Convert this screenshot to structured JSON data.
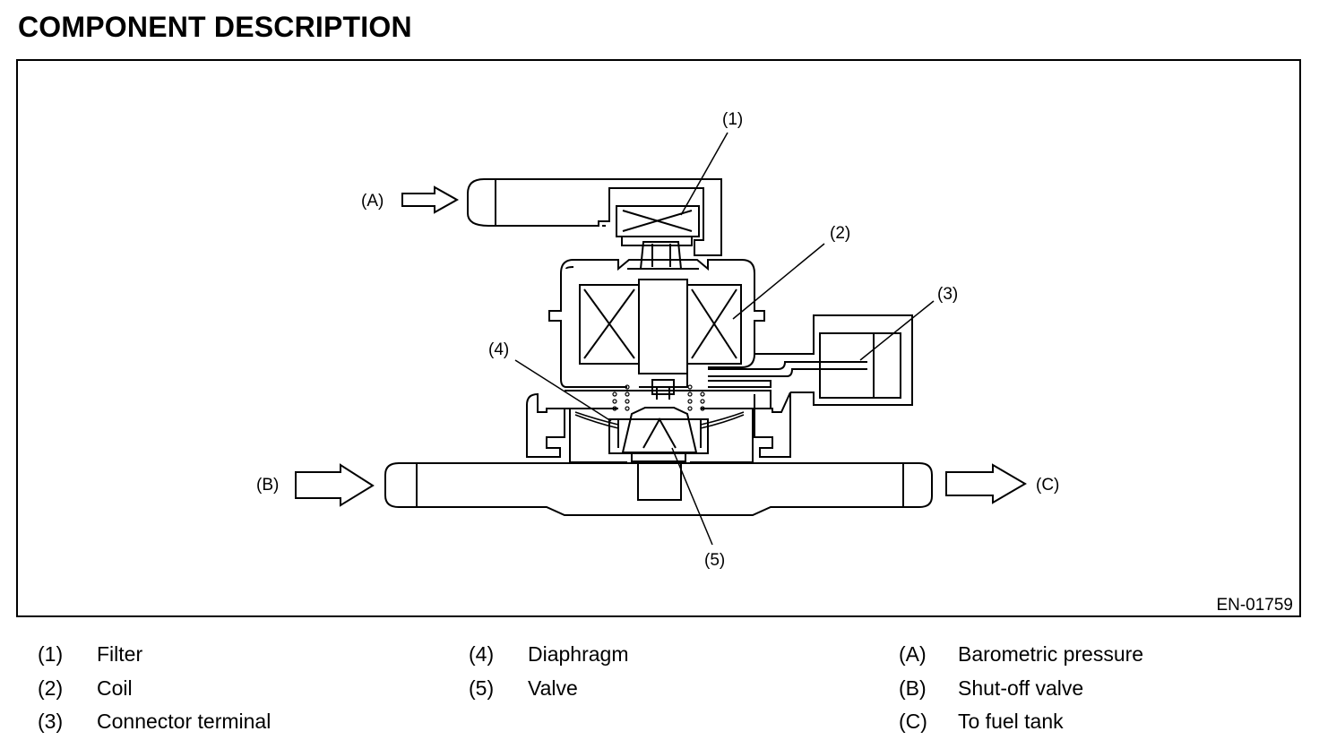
{
  "page": {
    "title": "COMPONENT DESCRIPTION",
    "figure_code": "EN-01759"
  },
  "callouts": {
    "filter": "(1)",
    "coil": "(2)",
    "connector_terminal": "(3)",
    "diaphragm": "(4)",
    "valve": "(5)",
    "barometric": "(A)",
    "shutoff": "(B)",
    "fuel_tank": "(C)"
  },
  "legend": [
    {
      "num": "(1)",
      "text": "Filter"
    },
    {
      "num": "(2)",
      "text": "Coil"
    },
    {
      "num": "(3)",
      "text": "Connector terminal"
    },
    {
      "num": "(4)",
      "text": "Diaphragm"
    },
    {
      "num": "(5)",
      "text": "Valve"
    },
    {
      "num": "(A)",
      "text": "Barometric pressure"
    },
    {
      "num": "(B)",
      "text": "Shut-off valve"
    },
    {
      "num": "(C)",
      "text": "To fuel tank"
    }
  ]
}
